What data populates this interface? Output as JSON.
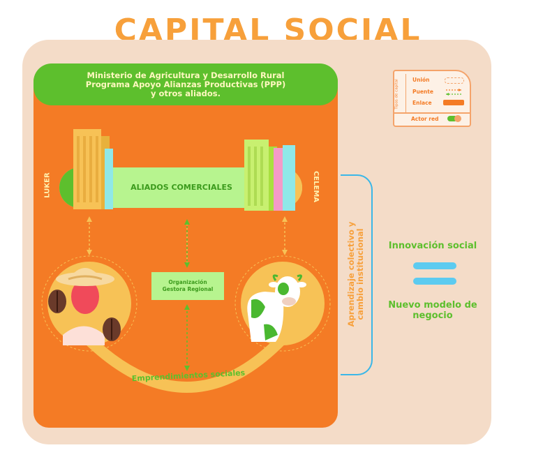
{
  "title": "CAPITAL SOCIAL",
  "ministry": {
    "line1": "Ministerio de Agricultura y Desarrollo Rural",
    "line2": "Programa  Apoyo Alianzas Productivas (PPP)",
    "line3": "y otros aliados."
  },
  "legend": {
    "vertical_title": "Tipos de capital",
    "union": "Unión",
    "puente": "Puente",
    "enlace": "Enlace",
    "actor_red": "Actor red"
  },
  "allies": {
    "label": "ALIADOS COMERCIALES",
    "left": "LUKER",
    "right": "CELEMA"
  },
  "org": {
    "line1": "Organización",
    "line2": "Gestora Regional"
  },
  "emprendimientos": "Emprendimientos sociales",
  "bracket_text": {
    "line1": "Aprendizaje colectivo y",
    "line2": "cambio institucional"
  },
  "right_panel": {
    "innovacion": "Innovación social",
    "nuevo_line1": "Nuevo modelo de",
    "nuevo_line2": "negocio"
  },
  "colors": {
    "orange": "#f47b25",
    "green": "#5dbf2d",
    "light_green": "#b7f48f",
    "yellow": "#f7c256",
    "blue": "#3ab7e8",
    "peach": "#f4dcc8"
  }
}
